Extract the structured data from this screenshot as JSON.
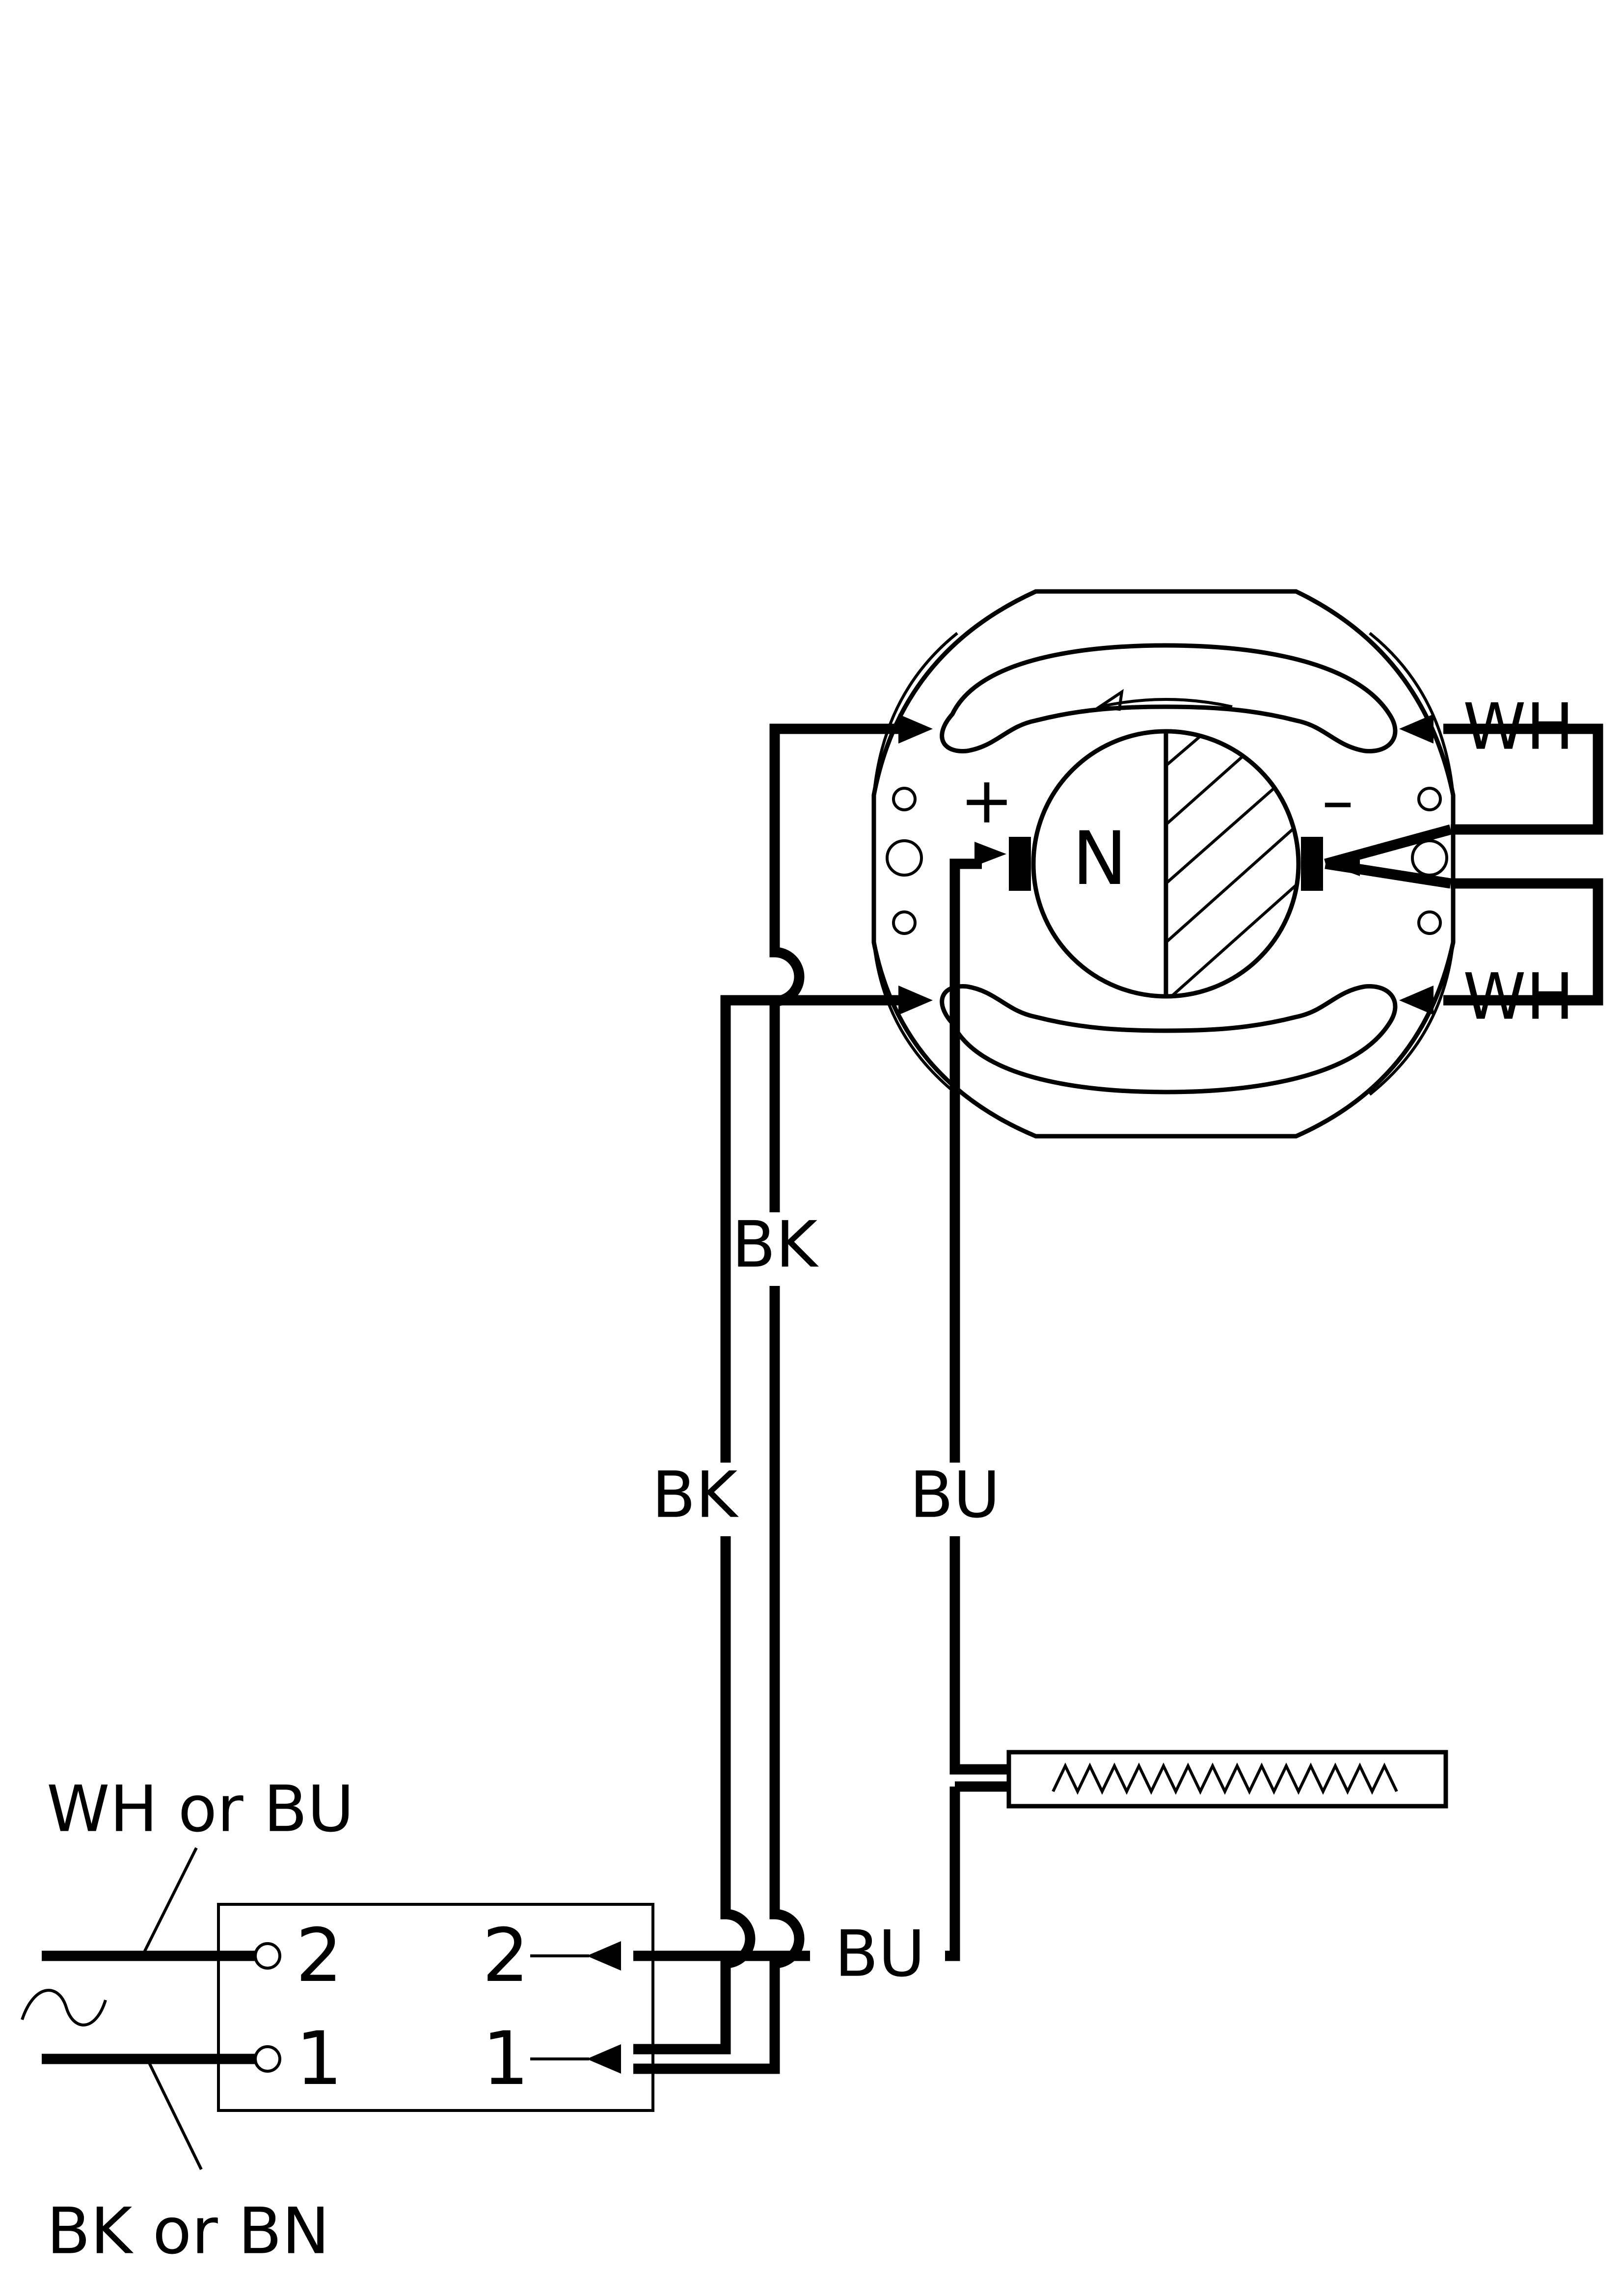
{
  "motor": {
    "pole_label": "N",
    "plus_label": "+",
    "minus_label": "–",
    "wire_top_right_label": "WH",
    "wire_bottom_right_label": "WH"
  },
  "wires": {
    "bk_upper_label": "BK",
    "bk_lower_label": "BK",
    "bu_vertical_label": "BU",
    "bu_junction_label": "BU"
  },
  "supply": {
    "top_wire_label": "WH or BU",
    "bottom_wire_label": "BK or BN",
    "ac_symbol": "~"
  },
  "terminal_block": {
    "left_terminal_2": "2",
    "left_terminal_1": "1",
    "right_terminal_2": "2",
    "right_terminal_1": "1"
  },
  "capacitor": {
    "pattern": "WWWWWWWWWWW"
  }
}
